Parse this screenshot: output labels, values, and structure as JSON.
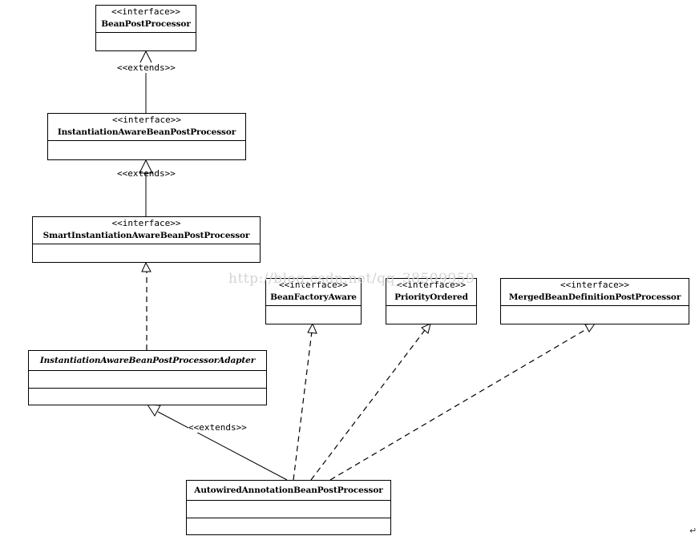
{
  "stereotype": "<<interface>>",
  "extends_label": "<<extends>>",
  "watermark": "http://blog.csdn.net/qq_38509959",
  "classes": {
    "bean_post_processor": "BeanPostProcessor",
    "instantiation_aware": "InstantiationAwareBeanPostProcessor",
    "smart_instantiation_aware": "SmartInstantiationAwareBeanPostProcessor",
    "bean_factory_aware": "BeanFactoryAware",
    "priority_ordered": "PriorityOrdered",
    "merged_bean_definition": "MergedBeanDefinitionPostProcessor",
    "adapter": "InstantiationAwareBeanPostProcessorAdapter",
    "autowired": "AutowiredAnnotationBeanPostProcessor"
  },
  "corner_mark": "↵"
}
